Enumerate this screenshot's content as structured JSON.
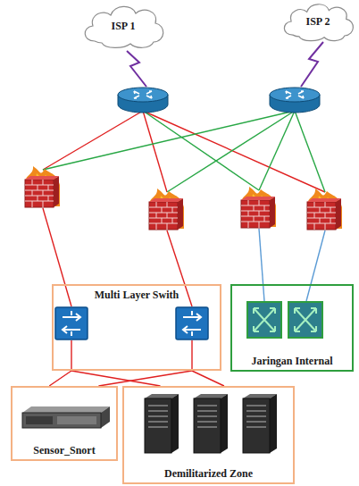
{
  "diagram": {
    "nodes": [
      {
        "text": [
          "ISP 1"
        ]
      },
      {
        "text": [
          "ISP 2"
        ]
      },
      {
        "text": [
          "Multi Layer Swith"
        ]
      },
      {
        "text": [
          "Jaringan Internal"
        ]
      },
      {
        "text": [
          "Sensor_Snort"
        ]
      },
      {
        "text": [
          "Demilitarized Zone"
        ]
      }
    ],
    "edges": [
      {
        "from": 2,
        "to": 4,
        "arrow": "none"
      },
      {
        "from": 2,
        "to": 5,
        "arrow": "none"
      }
    ]
  }
}
